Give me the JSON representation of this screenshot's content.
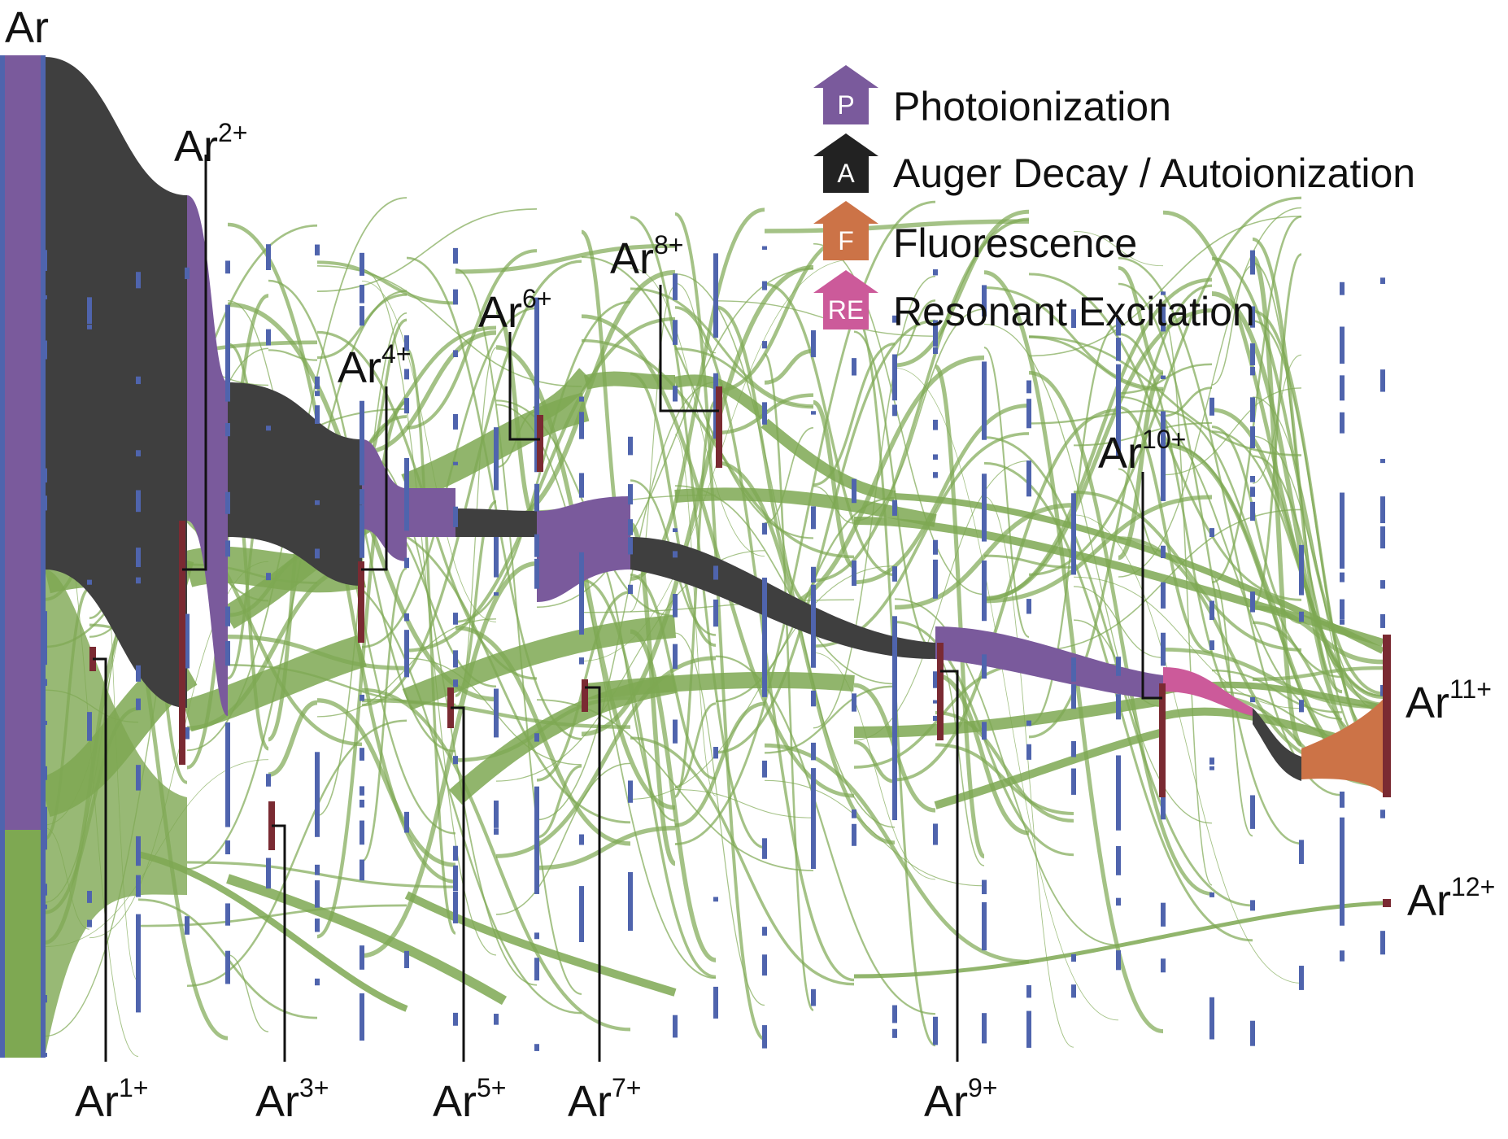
{
  "legend": [
    {
      "letter": "P",
      "label": "Photoionization",
      "color": "#7a5a9c"
    },
    {
      "letter": "A",
      "label": "Auger Decay / Autoionization",
      "color": "#222222"
    },
    {
      "letter": "F",
      "label": "Fluorescence",
      "color": "#cc7347"
    },
    {
      "letter": "RE",
      "label": "Resonant Excitation",
      "color": "#cc5a9a"
    }
  ],
  "charge_states": [
    {
      "base": "Ar",
      "sup": ""
    },
    {
      "base": "Ar",
      "sup": "1+"
    },
    {
      "base": "Ar",
      "sup": "2+"
    },
    {
      "base": "Ar",
      "sup": "3+"
    },
    {
      "base": "Ar",
      "sup": "4+"
    },
    {
      "base": "Ar",
      "sup": "5+"
    },
    {
      "base": "Ar",
      "sup": "6+"
    },
    {
      "base": "Ar",
      "sup": "7+"
    },
    {
      "base": "Ar",
      "sup": "8+"
    },
    {
      "base": "Ar",
      "sup": "9+"
    },
    {
      "base": "Ar",
      "sup": "10+"
    },
    {
      "base": "Ar",
      "sup": "11+"
    },
    {
      "base": "Ar",
      "sup": "12+"
    }
  ],
  "colors": {
    "photoionization": "#7a5a9c",
    "auger": "#3f3f3f",
    "fluorescence": "#cc7347",
    "resonant": "#cc5a9a",
    "flow_green": "#7ea852",
    "node_blue": "#4f64ad",
    "node_red": "#7a2a32"
  }
}
